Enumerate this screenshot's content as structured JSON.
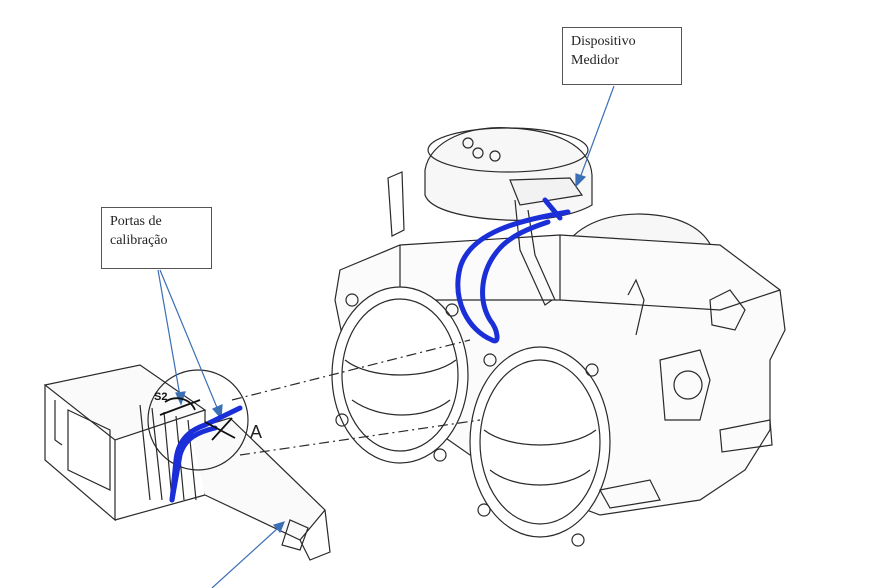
{
  "callouts": {
    "medidor": {
      "line1": "Dispositivo",
      "line2": "Medidor"
    },
    "portas": {
      "line1": "Portas de",
      "line2": "calibração"
    }
  },
  "labels": {
    "detail": "A",
    "port": "S2"
  },
  "colors": {
    "line_art": "#2a2a2a",
    "leader_arrow": "#3b6fb6",
    "marker_blue": "#1a2fd8"
  },
  "icons": {
    "meter_body": "mechanical-gas-meter-drawing",
    "module": "calibration-module-drawing"
  }
}
